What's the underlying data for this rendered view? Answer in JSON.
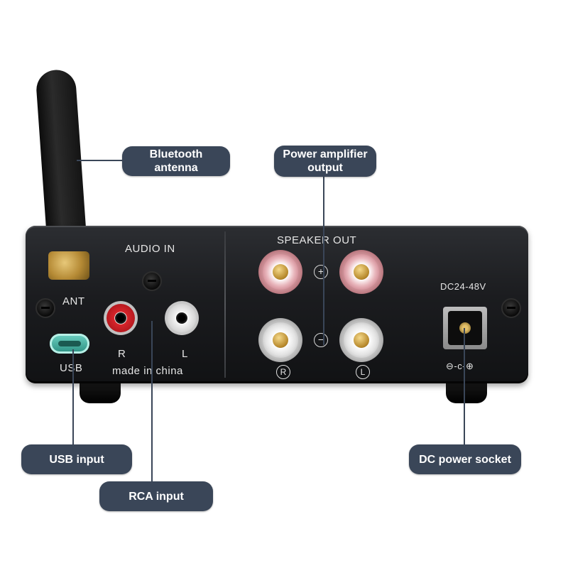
{
  "callouts": {
    "bluetooth_antenna": [
      "Bluetooth",
      "antenna"
    ],
    "power_amp_output": [
      "Power amplifier",
      "output"
    ],
    "usb_input": "USB input",
    "rca_input": "RCA input",
    "dc_power_socket": "DC power socket"
  },
  "panel_labels": {
    "audio_in": "AUDIO IN",
    "ant": "ANT",
    "usb": "USB",
    "r": "R",
    "l": "L",
    "made_in": "made in china",
    "speaker_out": "SPEAKER OUT",
    "plus": "+",
    "minus": "−",
    "circled_r": "R",
    "circled_l": "L",
    "dc_rating": "DC24-48V",
    "dc_polarity": "⊖-c-⊕"
  },
  "colors": {
    "callout_bg": "#3a4658",
    "callout_text": "#ffffff",
    "panel_body": "#1b1c1f",
    "panel_text": "#e6e6e6"
  },
  "icons": [
    "antenna-icon",
    "rca-jack-icon",
    "usb-c-port-icon",
    "binding-post-icon",
    "dc-jack-icon",
    "screw-icon"
  ]
}
